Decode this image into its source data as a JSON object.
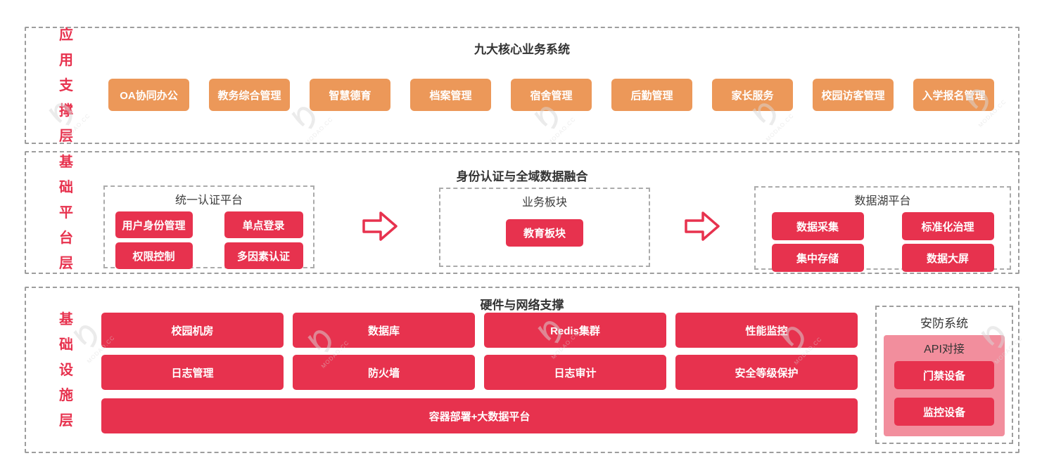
{
  "colors": {
    "red": "#E7324E",
    "orange": "#EC9859",
    "pink": "#F28E9D",
    "dashed_border": "#9d9d9d",
    "title_text": "#333333"
  },
  "watermark": {
    "glyph": "り",
    "brand": "MODAO.CC"
  },
  "layers": [
    {
      "label": "应用支撑层",
      "title": "九大核心业务系统",
      "apps": [
        "OA协同办公",
        "教务综合管理",
        "智慧德育",
        "档案管理",
        "宿舍管理",
        "后勤管理",
        "家长服务",
        "校园访客管理",
        "入学报名管理"
      ]
    },
    {
      "label": "基础平台层",
      "title": "身份认证与全域数据融合",
      "auth": {
        "title": "统一认证平台",
        "items": [
          "用户身份管理",
          "单点登录",
          "权限控制",
          "多因素认证"
        ]
      },
      "business": {
        "title": "业务板块",
        "items": [
          "教育板块"
        ]
      },
      "lake": {
        "title": "数据湖平台",
        "items": [
          "数据采集",
          "标准化治理",
          "集中存储",
          "数据大屏"
        ]
      }
    },
    {
      "label": "基础设施层",
      "title": "硬件与网络支撑",
      "grid": [
        [
          "校园机房",
          "数据库",
          "Redis集群",
          "性能监控"
        ],
        [
          "日志管理",
          "防火墙",
          "日志审计",
          "安全等级保护"
        ]
      ],
      "wide": "容器部署+大数据平台",
      "security": {
        "title": "安防系统",
        "subtitle": "API对接",
        "items": [
          "门禁设备",
          "监控设备"
        ]
      }
    }
  ]
}
